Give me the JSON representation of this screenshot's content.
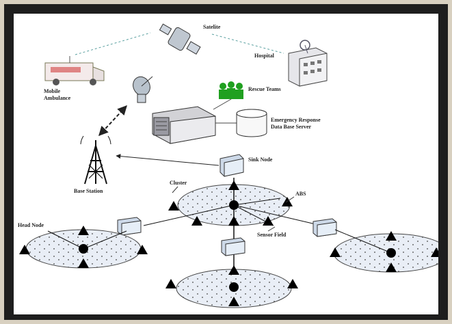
{
  "labels": {
    "satellite": "Satelite",
    "hospital": "Hospital",
    "ambulance_line1": "Mobile",
    "ambulance_line2": "Ambulance",
    "rescue_team": "Rescue Teams",
    "er_db_line1": "Emergency Response",
    "er_db_line2": "Data Base Server",
    "sink_node": "Sink Node",
    "base_station": "Base Station",
    "cluster": "Cluster",
    "abs": "ABS",
    "sensor_field": "Sensor Field",
    "head_node": "Head Node"
  },
  "colors": {
    "background_outer": "#d8d0c0",
    "frame": "#1e1e1e",
    "canvas": "#ffffff",
    "cluster_fill": "#e9eef6",
    "node_box": "#dde7f3",
    "rescue_team": "#20a020",
    "link_dashed": "#5aa0a0"
  },
  "icons": [
    "satellite-icon",
    "hospital-icon",
    "ambulance-icon",
    "dish-icon",
    "rescue-team-icon",
    "server-icon",
    "database-icon",
    "tower-icon",
    "sink-node-icon"
  ]
}
